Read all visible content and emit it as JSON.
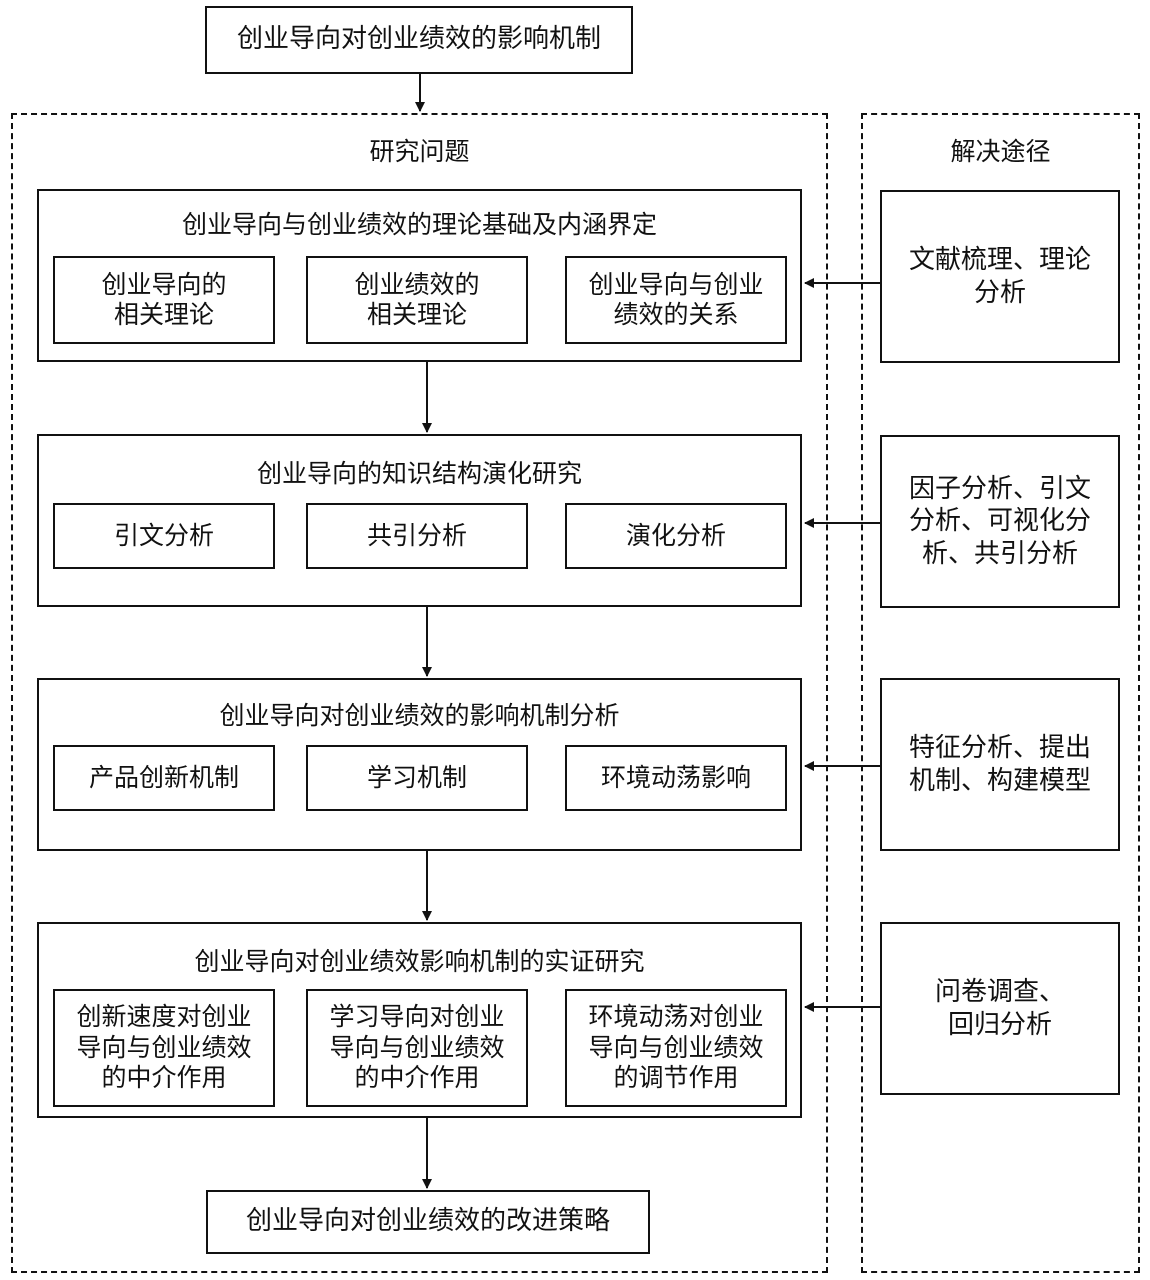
{
  "top_box": "创业导向对创业绩效的影响机制",
  "research_panel": {
    "title": "研究问题"
  },
  "solution_panel": {
    "title": "解决途径"
  },
  "sections": [
    {
      "title": "创业导向与创业绩效的理论基础及内涵界定",
      "items": [
        "创业导向的\n相关理论",
        "创业绩效的\n相关理论",
        "创业导向与创业\n绩效的关系"
      ]
    },
    {
      "title": "创业导向的知识结构演化研究",
      "items": [
        "引文分析",
        "共引分析",
        "演化分析"
      ]
    },
    {
      "title": "创业导向对创业绩效的影响机制分析",
      "items": [
        "产品创新机制",
        "学习机制",
        "环境动荡影响"
      ]
    },
    {
      "title": "创业导向对创业绩效影响机制的实证研究",
      "items": [
        "创新速度对创业\n导向与创业绩效\n的中介作用",
        "学习导向对创业\n导向与创业绩效\n的中介作用",
        "环境动荡对创业\n导向与创业绩效\n的调节作用"
      ]
    }
  ],
  "methods": [
    "文献梳理、理论\n分析",
    "因子分析、引文\n分析、可视化分\n析、共引分析",
    "特征分析、提出\n机制、构建模型",
    "问卷调查、\n回归分析"
  ],
  "bottom_box": "创业导向对创业绩效的改进策略"
}
